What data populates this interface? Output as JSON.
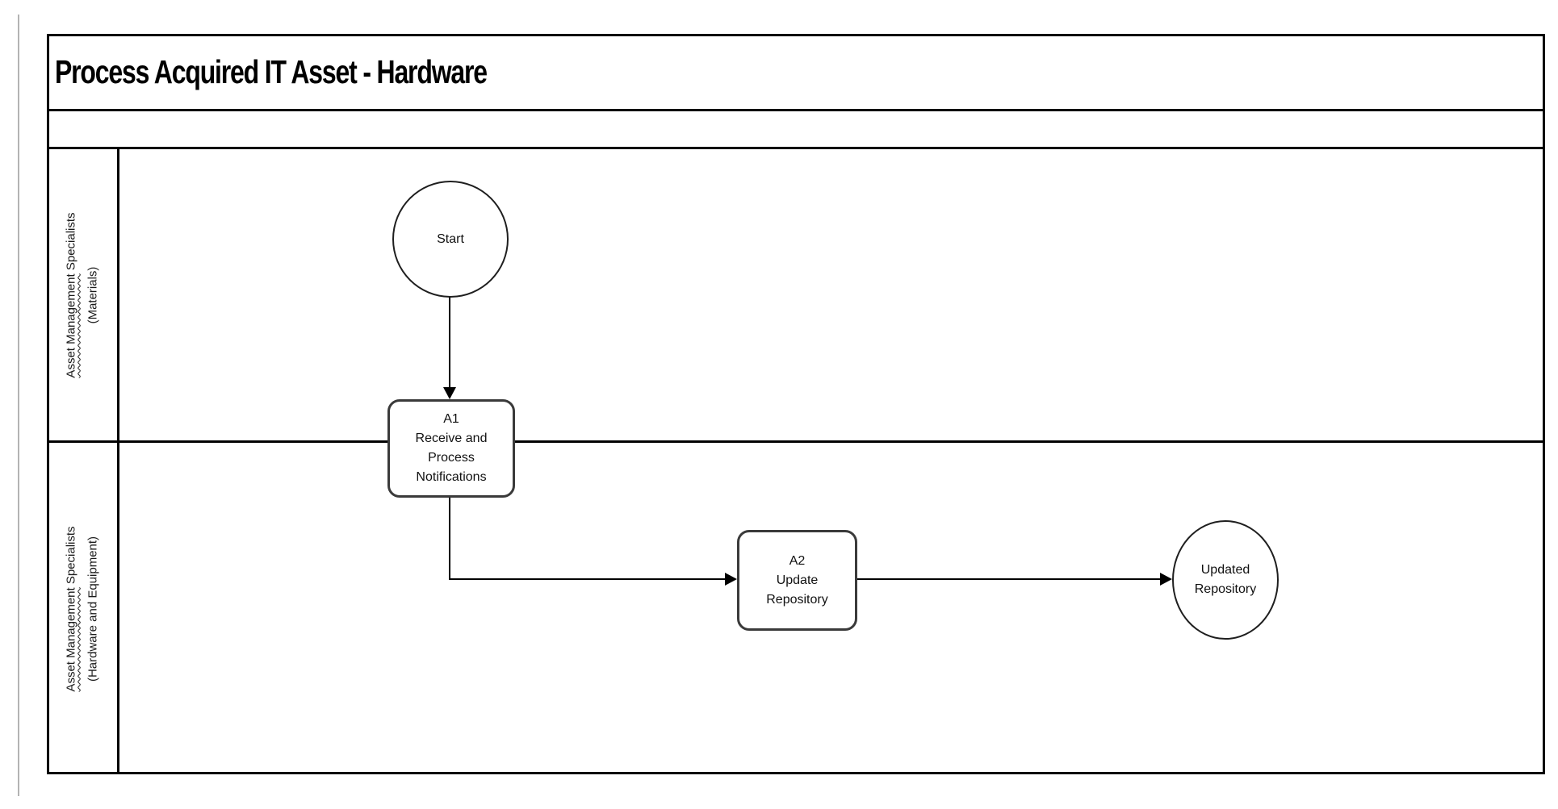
{
  "diagram": {
    "title": "Process Acquired IT Asset - Hardware",
    "lanes": [
      {
        "label_underlined": "Asset Management",
        "label_rest": " Specialists",
        "label_line2": "(Materials)"
      },
      {
        "label_underlined": "Asset Management",
        "label_rest": " Specialists",
        "label_line2": "(Hardware and Equipment)"
      }
    ],
    "nodes": {
      "start": {
        "type": "start-event",
        "label": "Start"
      },
      "a1": {
        "type": "task",
        "lines": [
          "A1",
          "Receive and",
          "Process",
          "Notifications"
        ]
      },
      "a2": {
        "type": "task",
        "lines": [
          "A2",
          "Update",
          "Repository"
        ]
      },
      "end": {
        "type": "end-event",
        "lines": [
          "Updated",
          "Repository"
        ]
      }
    },
    "flow": [
      "start -> a1",
      "a1 -> a2",
      "a2 -> end"
    ],
    "colors": {
      "frame_border": "#000000",
      "task_border": "#3a3a3a",
      "event_border": "#1f1f1f",
      "connector": "#000000",
      "page_edge_line": "#b3b3b3",
      "background": "#ffffff"
    }
  }
}
